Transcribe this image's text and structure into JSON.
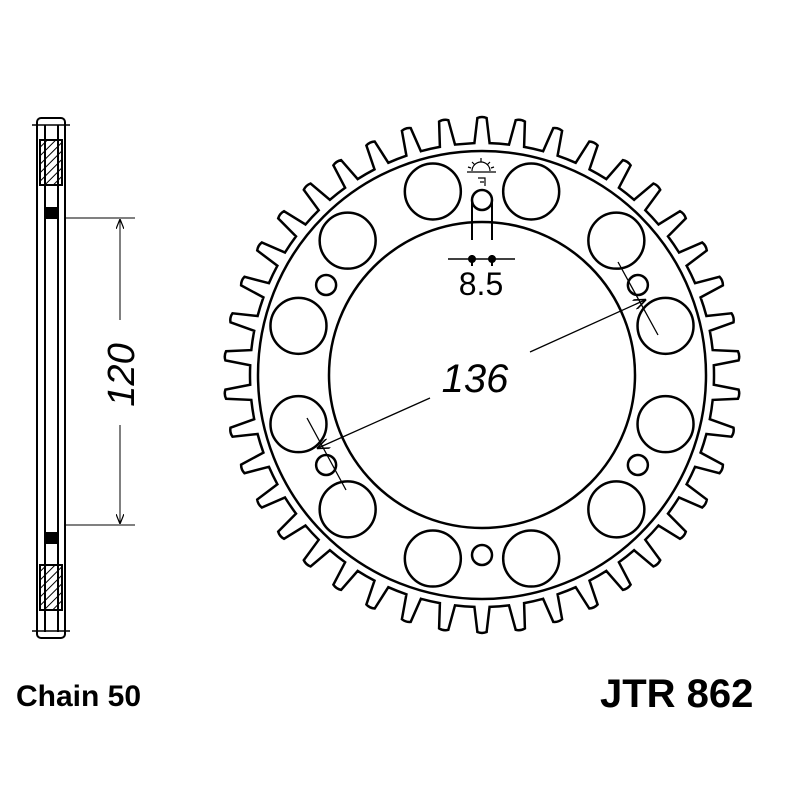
{
  "labels": {
    "chain": "Chain 50",
    "part_number": "JTR 862"
  },
  "dimensions": {
    "bolt_hole_diameter": "8.5",
    "pcd": "136",
    "center_bore": "120"
  },
  "colors": {
    "line": "#000000",
    "background": "#ffffff"
  }
}
